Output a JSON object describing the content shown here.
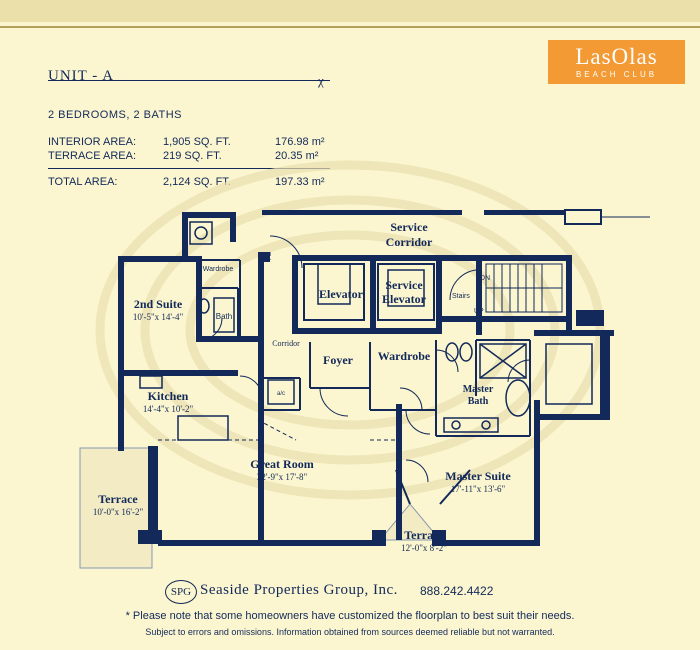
{
  "header": {
    "unit_title": "UNIT - A",
    "unit_mark": "χ",
    "logo_line1": "LasOlas",
    "logo_line2": "BEACH CLUB"
  },
  "summary": {
    "bedrooms_baths": "2 BEDROOMS, 2 BATHS",
    "interior": {
      "label": "INTERIOR AREA:",
      "sqft": "1,905 SQ. FT.",
      "sqm": "176.98 m²"
    },
    "terrace": {
      "label": "TERRACE AREA:",
      "sqft": "219 SQ. FT.",
      "sqm": "20.35 m²"
    },
    "total": {
      "label": "TOTAL AREA:",
      "sqft": "2,124 SQ. FT.",
      "sqm": "197.33 m²"
    }
  },
  "rooms": {
    "service_corridor_1": "Service",
    "service_corridor_2": "Corridor",
    "wardrobe_small": "Wardrobe",
    "second_suite": "2nd Suite",
    "second_suite_dim": "10'-5\"x 14'-4\"",
    "bath": "Bath",
    "elevator": "Elevator",
    "service_elevator_1": "Service",
    "service_elevator_2": "Elevator",
    "dn": "DN",
    "up": "UP",
    "stairs": "Stairs",
    "corridor": "Corridor",
    "foyer": "Foyer",
    "wardrobe": "Wardrobe",
    "ac": "a/c",
    "kitchen": "Kitchen",
    "kitchen_dim": "14'-4\"x 10'-2\"",
    "master_bath_1": "Master",
    "master_bath_2": "Bath",
    "great_room": "Great Room",
    "great_room_dim": "32'-9\"x 17'-8\"",
    "master_suite": "Master Suite",
    "master_suite_dim": "17'-11\"x 13'-6\"",
    "terrace_left": "Terrace",
    "terrace_left_dim": "10'-0\"x 16'-2\"",
    "terrace_right": "Terrace",
    "terrace_right_dim": "12'-0\"x 8'-2\""
  },
  "footer": {
    "logo_mark": "SPG",
    "company": "Seaside Properties Group, Inc.",
    "phone": "888.242.4422",
    "note": "* Please note that some homeowners have customized the floorplan to best suit their needs.",
    "disclaimer": "Subject to errors and omissions. Information obtained from sources deemed reliable but not warranted."
  },
  "colors": {
    "background": "#fbf6cf",
    "wall": "#12295a",
    "logo_bg": "#f39a34"
  }
}
